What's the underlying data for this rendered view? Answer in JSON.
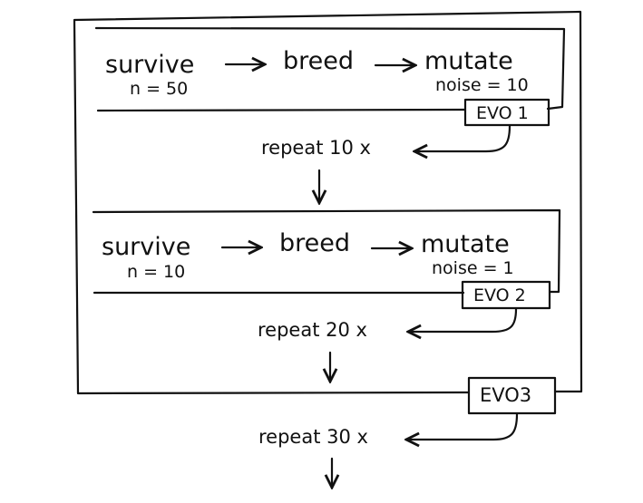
{
  "diagram": {
    "stages": [
      {
        "steps": [
          "survive",
          "breed",
          "mutate"
        ],
        "survive_param": "n = 50",
        "mutate_param": "noise = 10",
        "tag": "EVO 1",
        "repeat": "repeat  10 x"
      },
      {
        "steps": [
          "survive",
          "breed",
          "mutate"
        ],
        "survive_param": "n = 10",
        "mutate_param": "noise = 1",
        "tag": "EVO 2",
        "repeat": "repeat  20 x"
      }
    ],
    "outer": {
      "tag": "EVO3",
      "repeat": "repeat  30 x"
    }
  }
}
